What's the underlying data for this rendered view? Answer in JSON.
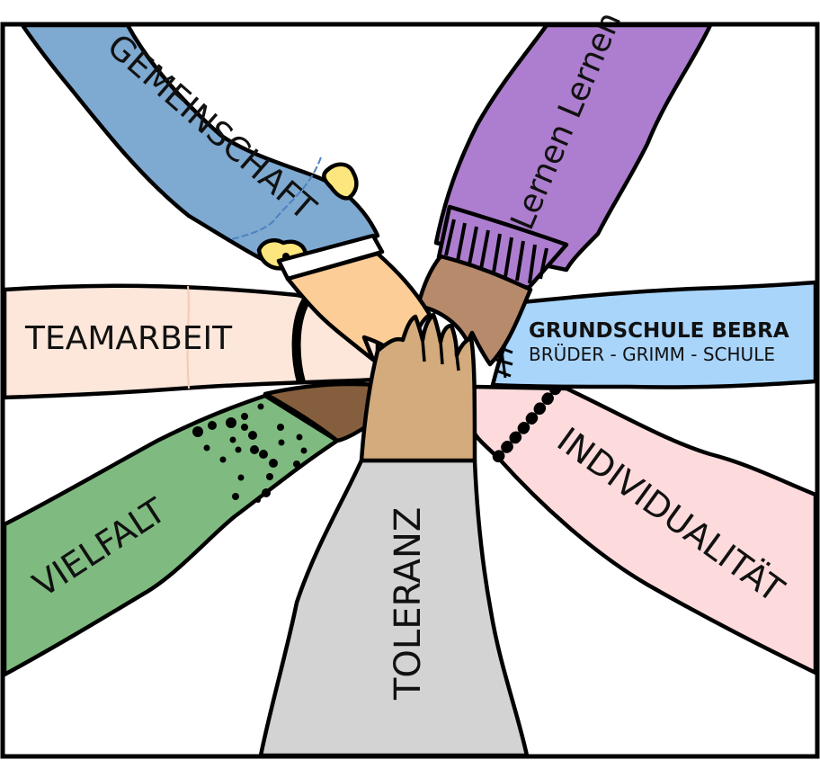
{
  "school": {
    "name": "GRUNDSCHULE BEBRA",
    "subtitle": "BRÜDER - GRIMM - SCHULE"
  },
  "arms": [
    {
      "id": "gemeinschaft",
      "label": "GEMEINSCHAFT",
      "sleeve_color": "#7ea9d1"
    },
    {
      "id": "lernen-lernen",
      "label": "Lernen Lernen",
      "sleeve_color": "#ad7ecf"
    },
    {
      "id": "teamarbeit",
      "label": "TEAMARBEIT",
      "sleeve_color": "#fde6da"
    },
    {
      "id": "schule",
      "label": "GRUNDSCHULE BEBRA",
      "sleeve_color": "#a9d5fb"
    },
    {
      "id": "vielfalt",
      "label": "VIELFALT",
      "sleeve_color": "#7fbb80"
    },
    {
      "id": "individualitaet",
      "label": "INDIVIDUALITÄT",
      "sleeve_color": "#fddbdc"
    },
    {
      "id": "toleranz",
      "label": "TOLERANZ",
      "sleeve_color": "#d3d3d3"
    }
  ],
  "colors": {
    "skin_light": "#fdcd98",
    "skin_brown": "#b78a6c",
    "skin_tan": "#d3ab7c",
    "skin_dark": "#855f3d",
    "flower_yellow": "#fde67d",
    "outline": "#000000"
  }
}
